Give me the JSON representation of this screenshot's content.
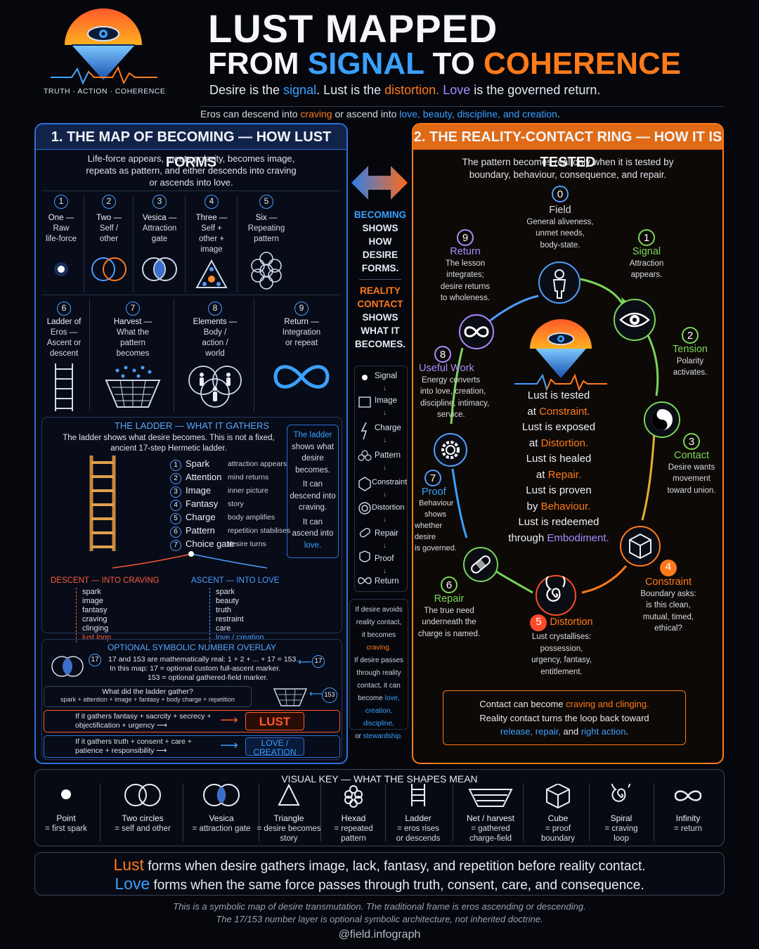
{
  "brand": {
    "tagline": "TRUTH · ACTION · COHERENCE"
  },
  "header": {
    "title_line1": "LUST MAPPED",
    "title_from": "FROM",
    "title_signal": "SIGNAL",
    "title_to": "TO",
    "title_coherence": "COHERENCE",
    "tagline": {
      "a": "Desire is the ",
      "signal": "signal",
      "b": ". Lust is the ",
      "distortion": "distortion.",
      "c": " ",
      "love": "Love",
      "d": " is the governed return."
    },
    "subline": {
      "a": "Eros can descend into ",
      "craving": "craving",
      "b": " or ascend into ",
      "list": "love, beauty, discipline, and creation",
      "c": "."
    }
  },
  "panel1": {
    "title": "1. THE MAP OF BECOMING — HOW LUST FORMS",
    "intro": [
      "Life-force appears, meets polarity, becomes image,",
      "repeats as pattern, and either descends into craving",
      "or ascends into love."
    ],
    "stages": [
      {
        "n": "1",
        "l1": "One —",
        "l2": "Raw",
        "l3": "life-force"
      },
      {
        "n": "2",
        "l1": "Two —",
        "l2": "Self /",
        "l3": "other"
      },
      {
        "n": "3",
        "l1": "Vesica —",
        "l2": "Attraction",
        "l3": "gate"
      },
      {
        "n": "4",
        "l1": "Three —",
        "l2": "Self +",
        "l3": "other +",
        "l4": "image"
      },
      {
        "n": "5",
        "l1": "Six —",
        "l2": "Repeating",
        "l3": "pattern"
      },
      {
        "n": "6",
        "l1": "Ladder of",
        "l2": "Eros —",
        "l3": "Ascent or",
        "l4": "descent"
      },
      {
        "n": "7",
        "l1": "Harvest —",
        "l2": "What the",
        "l3": "pattern",
        "l4": "becomes"
      },
      {
        "n": "8",
        "l1": "Elements —",
        "l2": "Body /",
        "l3": "action /",
        "l4": "world"
      },
      {
        "n": "9",
        "l1": "Return —",
        "l2": "Integration",
        "l3": "or repeat"
      }
    ],
    "ladder": {
      "title": "THE LADDER — WHAT IT GATHERS",
      "intro1": "The ladder shows what desire becomes. This is not a fixed,",
      "intro2": "ancient 17-step Hermetic ladder.",
      "steps": [
        {
          "n": "1",
          "name": "Spark",
          "desc": "attraction appears"
        },
        {
          "n": "2",
          "name": "Attention",
          "desc": "mind returns"
        },
        {
          "n": "3",
          "name": "Image",
          "desc": "inner picture"
        },
        {
          "n": "4",
          "name": "Fantasy",
          "desc": "story"
        },
        {
          "n": "5",
          "name": "Charge",
          "desc": "body amplifies"
        },
        {
          "n": "6",
          "name": "Pattern",
          "desc": "repetition stabilises"
        },
        {
          "n": "7",
          "name": "Choice gate",
          "desc": "desire turns"
        }
      ],
      "side": {
        "title": "The ladder",
        "lines": [
          "shows what",
          "desire",
          "becomes.",
          "It can",
          "descend into",
          "craving.",
          "It can",
          "ascend into"
        ],
        "love": "love."
      },
      "descent_title": "DESCENT — INTO CRAVING",
      "descent": [
        "spark",
        "image",
        "fantasy",
        "craving",
        "clinging",
        "lust loop"
      ],
      "ascent_title": "ASCENT — INTO LOVE",
      "ascent": [
        "spark",
        "beauty",
        "truth",
        "restraint",
        "care",
        "love / creation"
      ]
    },
    "overlay": {
      "title": "OPTIONAL SYMBOLIC NUMBER OVERLAY",
      "badge17": "17",
      "badge153": "153",
      "line1": "17 and 153 are mathematically real: 1 + 2 + ... + 17 = 153.",
      "line2": "In this map: 17 = optional custom full-ascent marker.",
      "line3": "153 = optional gathered-field marker.",
      "q": "What did the ladder gather?",
      "q2": "spark + attention + image + fantasy + body charge + repetition",
      "lust_a": "If it gathers fantasy + sacrcity + secrecy +",
      "lust_b": "objectification + urgency ⟶",
      "lust_label": "LUST",
      "love_a": "If it gathers truth + consent + care +",
      "love_b": "patience + responsibility ⟶",
      "love_label_1": "LOVE /",
      "love_label_2": "CREATION"
    }
  },
  "middle": {
    "a": [
      "BECOMING",
      "SHOWS",
      "HOW",
      "DESIRE",
      "FORMS."
    ],
    "b": [
      "REALITY",
      "CONTACT"
    ],
    "c": [
      "SHOWS",
      "WHAT IT",
      "BECOMES."
    ],
    "flow": [
      "Signal",
      "Image",
      "Charge",
      "Pattern",
      "Constraint",
      "Distortion",
      "Repair",
      "Proof",
      "Return"
    ],
    "note": {
      "a": [
        "If desire avoids",
        "reality contact,",
        "it becomes "
      ],
      "craving": "craving.",
      "b": [
        "If desire passes",
        "through reality",
        "contact, it can",
        "become "
      ],
      "love": "love,",
      "c": "creation, discipline,",
      "d": "or ",
      "stew": "stewardship."
    }
  },
  "panel2": {
    "title": "2. THE REALITY-CONTACT RING — HOW IT IS TESTED",
    "intro": [
      "The pattern becomes real only when it is tested by",
      "boundary, behaviour, consequence, and repair."
    ],
    "nodes": [
      {
        "n": "0",
        "title": "Field",
        "lines": [
          "General aliveness,",
          "unmet needs,",
          "body-state."
        ]
      },
      {
        "n": "1",
        "title": "Signal",
        "lines": [
          "Attraction",
          "appears."
        ]
      },
      {
        "n": "2",
        "title": "Tension",
        "lines": [
          "Polarity",
          "activates."
        ]
      },
      {
        "n": "3",
        "title": "Contact",
        "lines": [
          "Desire wants",
          "movement",
          "toward union."
        ]
      },
      {
        "n": "4",
        "title": "Constraint",
        "lines": [
          "Boundary asks:",
          "is this clean,",
          "mutual, timed,",
          "ethical?"
        ]
      },
      {
        "n": "5",
        "title": "Distortion",
        "lines": [
          "Lust crystallises:",
          "possession,",
          "urgency, fantasy,",
          "entitlement."
        ]
      },
      {
        "n": "6",
        "title": "Repair",
        "lines": [
          "The true need",
          "underneath the",
          "charge is named."
        ]
      },
      {
        "n": "7",
        "title": "Proof",
        "lines": [
          "Behaviour",
          "shows",
          "whether desire",
          "is governed."
        ]
      },
      {
        "n": "8",
        "title": "Useful Work",
        "lines": [
          "Energy converts",
          "into love, creation,",
          "discipline, intimacy,",
          "service."
        ]
      },
      {
        "n": "9",
        "title": "Return",
        "lines": [
          "The lesson",
          "integrates;",
          "desire returns",
          "to wholeness."
        ]
      }
    ],
    "center": [
      {
        "a": "Lust is tested",
        "b": "at ",
        "c": "Constraint.",
        "cls": "orange"
      },
      {
        "a": "Lust is exposed",
        "b": "at ",
        "c": "Distortion.",
        "cls": "orange"
      },
      {
        "a": "Lust is healed",
        "b": "at ",
        "c": "Repair.",
        "cls": "orange"
      },
      {
        "a": "Lust is proven",
        "b": "by ",
        "c": "Behaviour.",
        "cls": "orange"
      },
      {
        "a": "Lust is redeemed",
        "b": "through ",
        "c": "Embodiment.",
        "cls": "purple"
      }
    ],
    "box": {
      "l1a": "Contact can become ",
      "l1b": "craving and clinging.",
      "l2": "Reality contact turns the loop back toward",
      "l3a": "release, repair,",
      "l3b": " and ",
      "l3c": "right action",
      "l3d": "."
    }
  },
  "key": {
    "title": "VISUAL KEY — WHAT THE SHAPES MEAN",
    "items": [
      {
        "t": "Point",
        "d1": "= first spark",
        "d2": ""
      },
      {
        "t": "Two circles",
        "d1": "= self and other",
        "d2": ""
      },
      {
        "t": "Vesica",
        "d1": "= attraction gate",
        "d2": ""
      },
      {
        "t": "Triangle",
        "d1": "= desire becomes",
        "d2": "story"
      },
      {
        "t": "Hexad",
        "d1": "= repeated",
        "d2": "pattern"
      },
      {
        "t": "Ladder",
        "d1": "= eros rises",
        "d2": "or descends"
      },
      {
        "t": "Net / harvest",
        "d1": "= gathered",
        "d2": "charge-field"
      },
      {
        "t": "Cube",
        "d1": "= proof",
        "d2": "boundary"
      },
      {
        "t": "Spiral",
        "d1": "= craving",
        "d2": "loop"
      },
      {
        "t": "Infinity",
        "d1": "= return",
        "d2": ""
      }
    ]
  },
  "conclusion": {
    "lust": "Lust",
    "lust_rest": " forms when desire gathers image, lack, fantasy, and repetition before reality contact.",
    "love": "Love",
    "love_rest": " forms when the same force passes through truth, consent, care, and consequence."
  },
  "footer": {
    "l1": "This is a symbolic map of desire transmutation. The traditional frame is eros ascending or descending.",
    "l2": "The 17/153 number layer is optional symbolic architecture, not inherited doctrine.",
    "handle": "@field.infograph"
  },
  "colors": {
    "blue": "#3aa0ff",
    "orange": "#ff7a1a",
    "purple": "#a98cff",
    "green": "#7ad65a"
  }
}
